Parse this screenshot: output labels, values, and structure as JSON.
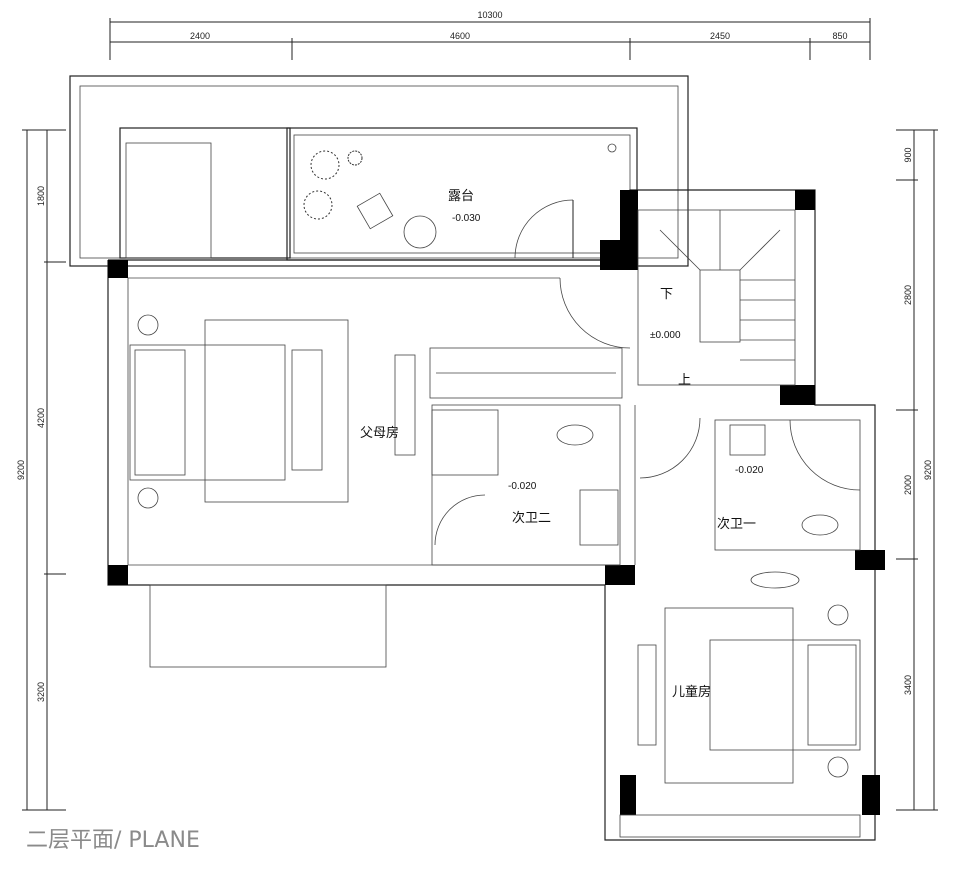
{
  "title": "二层平面/ PLANE",
  "dimensions": {
    "top_total": "10300",
    "top": [
      "2400",
      "4600",
      "2450",
      "850"
    ],
    "left_total": "9200",
    "left": [
      "1800",
      "4200",
      "3200"
    ],
    "right_total": "9200",
    "right": [
      "900",
      "2800",
      "2000",
      "3400"
    ]
  },
  "rooms": {
    "terrace": {
      "name": "露台",
      "level": "-0.030"
    },
    "master": {
      "name": "父母房"
    },
    "bath2": {
      "name": "次卫二",
      "level": "-0.020"
    },
    "bath1": {
      "name": "次卫一",
      "level": "-0.020"
    },
    "kids": {
      "name": "儿童房"
    },
    "stair": {
      "down": "下",
      "up": "上",
      "level": "±0.000"
    }
  }
}
